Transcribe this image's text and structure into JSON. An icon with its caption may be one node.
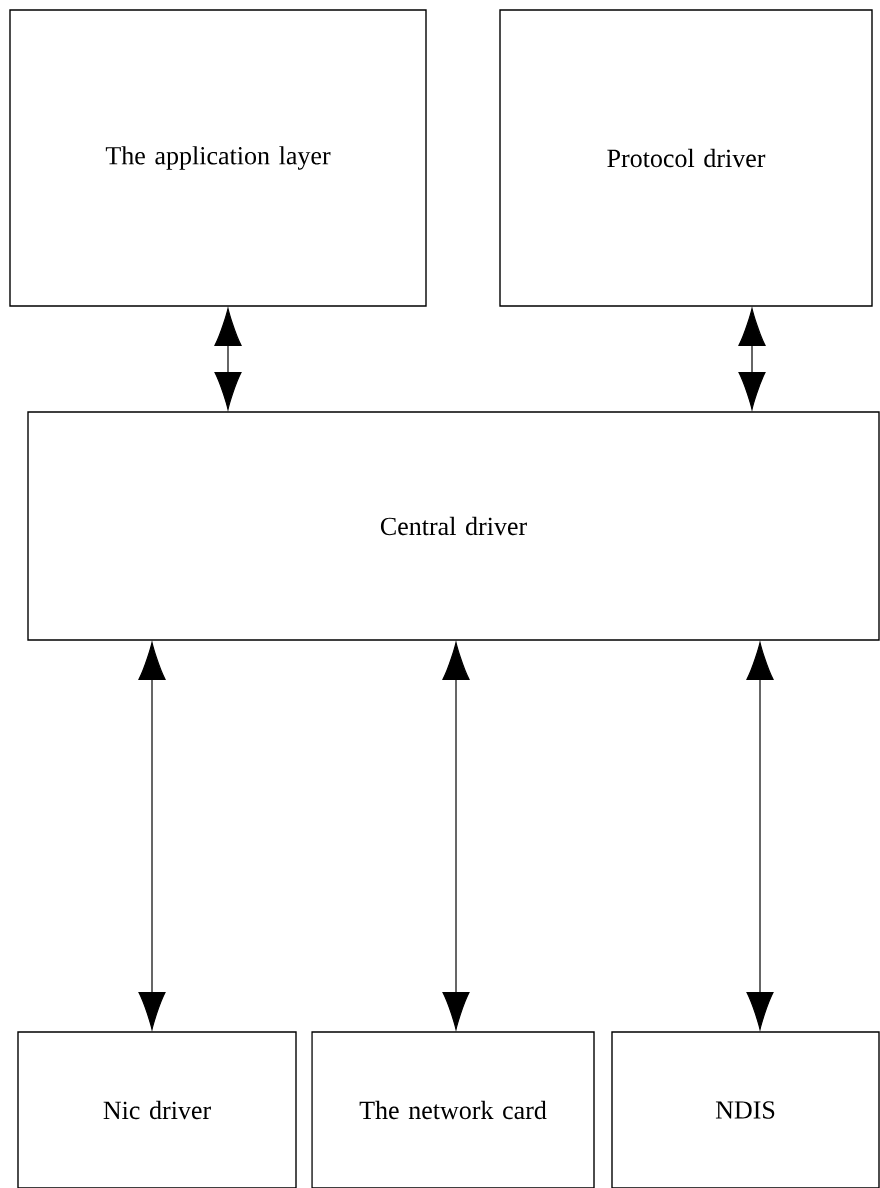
{
  "diagram": {
    "nodes": [
      {
        "text": [
          "The application layer"
        ]
      },
      {
        "text": [
          "Protocol driver"
        ]
      },
      {
        "text": [
          "Central driver"
        ]
      },
      {
        "text": [
          "Nic driver"
        ]
      },
      {
        "text": [
          "The network card"
        ]
      },
      {
        "text": [
          "NDIS"
        ]
      }
    ],
    "edges": [
      {
        "from": 0,
        "to": 2,
        "arrow": "both"
      },
      {
        "from": 1,
        "to": 2,
        "arrow": "both"
      },
      {
        "from": 2,
        "to": 3,
        "arrow": "both"
      },
      {
        "from": 2,
        "to": 4,
        "arrow": "both"
      },
      {
        "from": 2,
        "to": 5,
        "arrow": "both"
      }
    ]
  }
}
